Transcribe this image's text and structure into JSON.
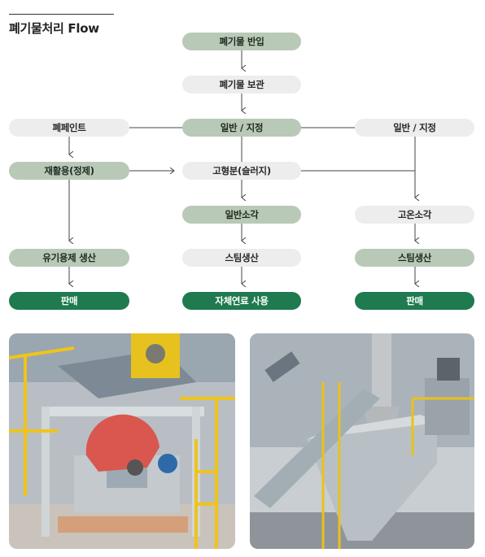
{
  "title": "폐기물처리 Flow",
  "nodes": {
    "waste_in": "폐기물 반입",
    "waste_store": "폐기물 보관",
    "general_center": "일반 / 지정",
    "waste_paint": "폐페인트",
    "general_right": "일반 / 지정",
    "recycle": "재활용(정제)",
    "solid": "고형분(슬러지)",
    "general_incin": "일반소각",
    "high_incin": "고온소각",
    "solvent": "유기용제 생산",
    "steam_center": "스팀생산",
    "steam_right": "스팀생산",
    "sell_left": "판매",
    "fuel_use": "자체연료 사용",
    "sell_right": "판매"
  },
  "colors": {
    "light": "#ededed",
    "mid": "#b9c9b8",
    "dark": "#1f7a4f",
    "line": "#444444"
  }
}
